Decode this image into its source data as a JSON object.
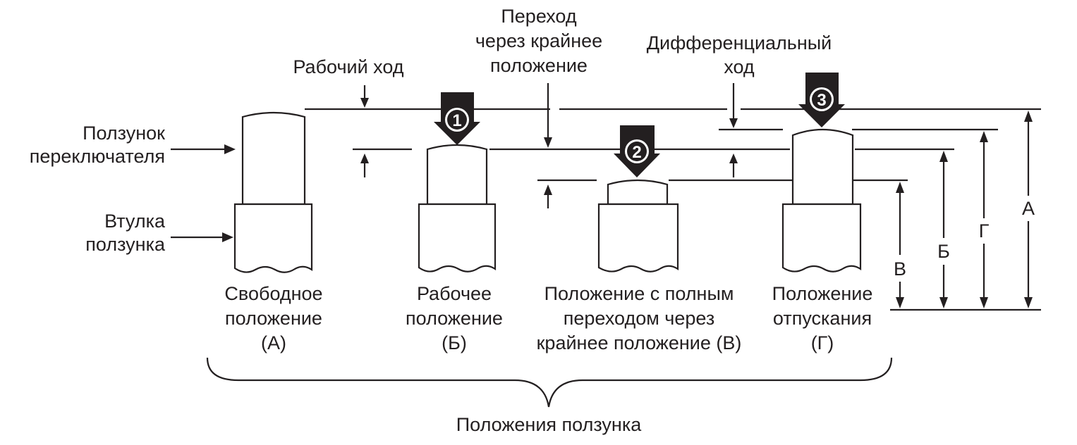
{
  "labels": {
    "slider": [
      "Ползунок",
      "переключателя"
    ],
    "bushing": [
      "Втулка",
      "ползунка"
    ],
    "working_travel": "Рабочий ход",
    "overtravel": [
      "Переход",
      "через крайнее",
      "положение"
    ],
    "differential_travel": [
      "Дифференциальный",
      "ход"
    ],
    "positions_title": "Положения ползунка"
  },
  "positions": [
    {
      "id": "free",
      "caption": [
        "Свободное",
        "положение",
        "(А)"
      ]
    },
    {
      "id": "operating",
      "caption": [
        "Рабочее",
        "положение",
        "(Б)"
      ],
      "marker": "1"
    },
    {
      "id": "total_overtravel",
      "caption": [
        "Положение с полным",
        "переходом через",
        "крайнее положение (В)"
      ],
      "marker": "2"
    },
    {
      "id": "release",
      "caption": [
        "Положение",
        "отпускания",
        "(Г)"
      ],
      "marker": "3"
    }
  ],
  "dimensions": [
    "В",
    "Б",
    "Г",
    "А"
  ],
  "colors": {
    "ink": "#231f20",
    "background": "#ffffff"
  }
}
